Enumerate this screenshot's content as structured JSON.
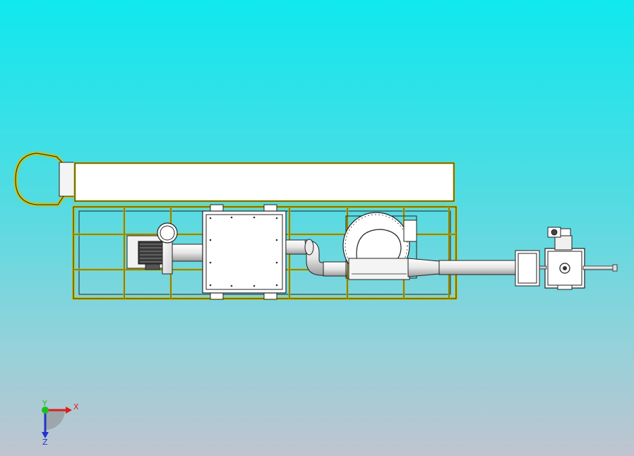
{
  "viewport": {
    "background_top": "#0fe8ee",
    "background_bottom": "#bfc4cf"
  },
  "model": {
    "frame_color": "#c9c214",
    "line_color": "#222222",
    "fill_color": "#ffffff",
    "shade_color": "#d8d8d8"
  },
  "triad": {
    "x_label": "X",
    "y_label": "Y",
    "z_label": "Z",
    "x_color": "#e01c1c",
    "y_color": "#1fbf1f",
    "z_color": "#2233cc"
  }
}
